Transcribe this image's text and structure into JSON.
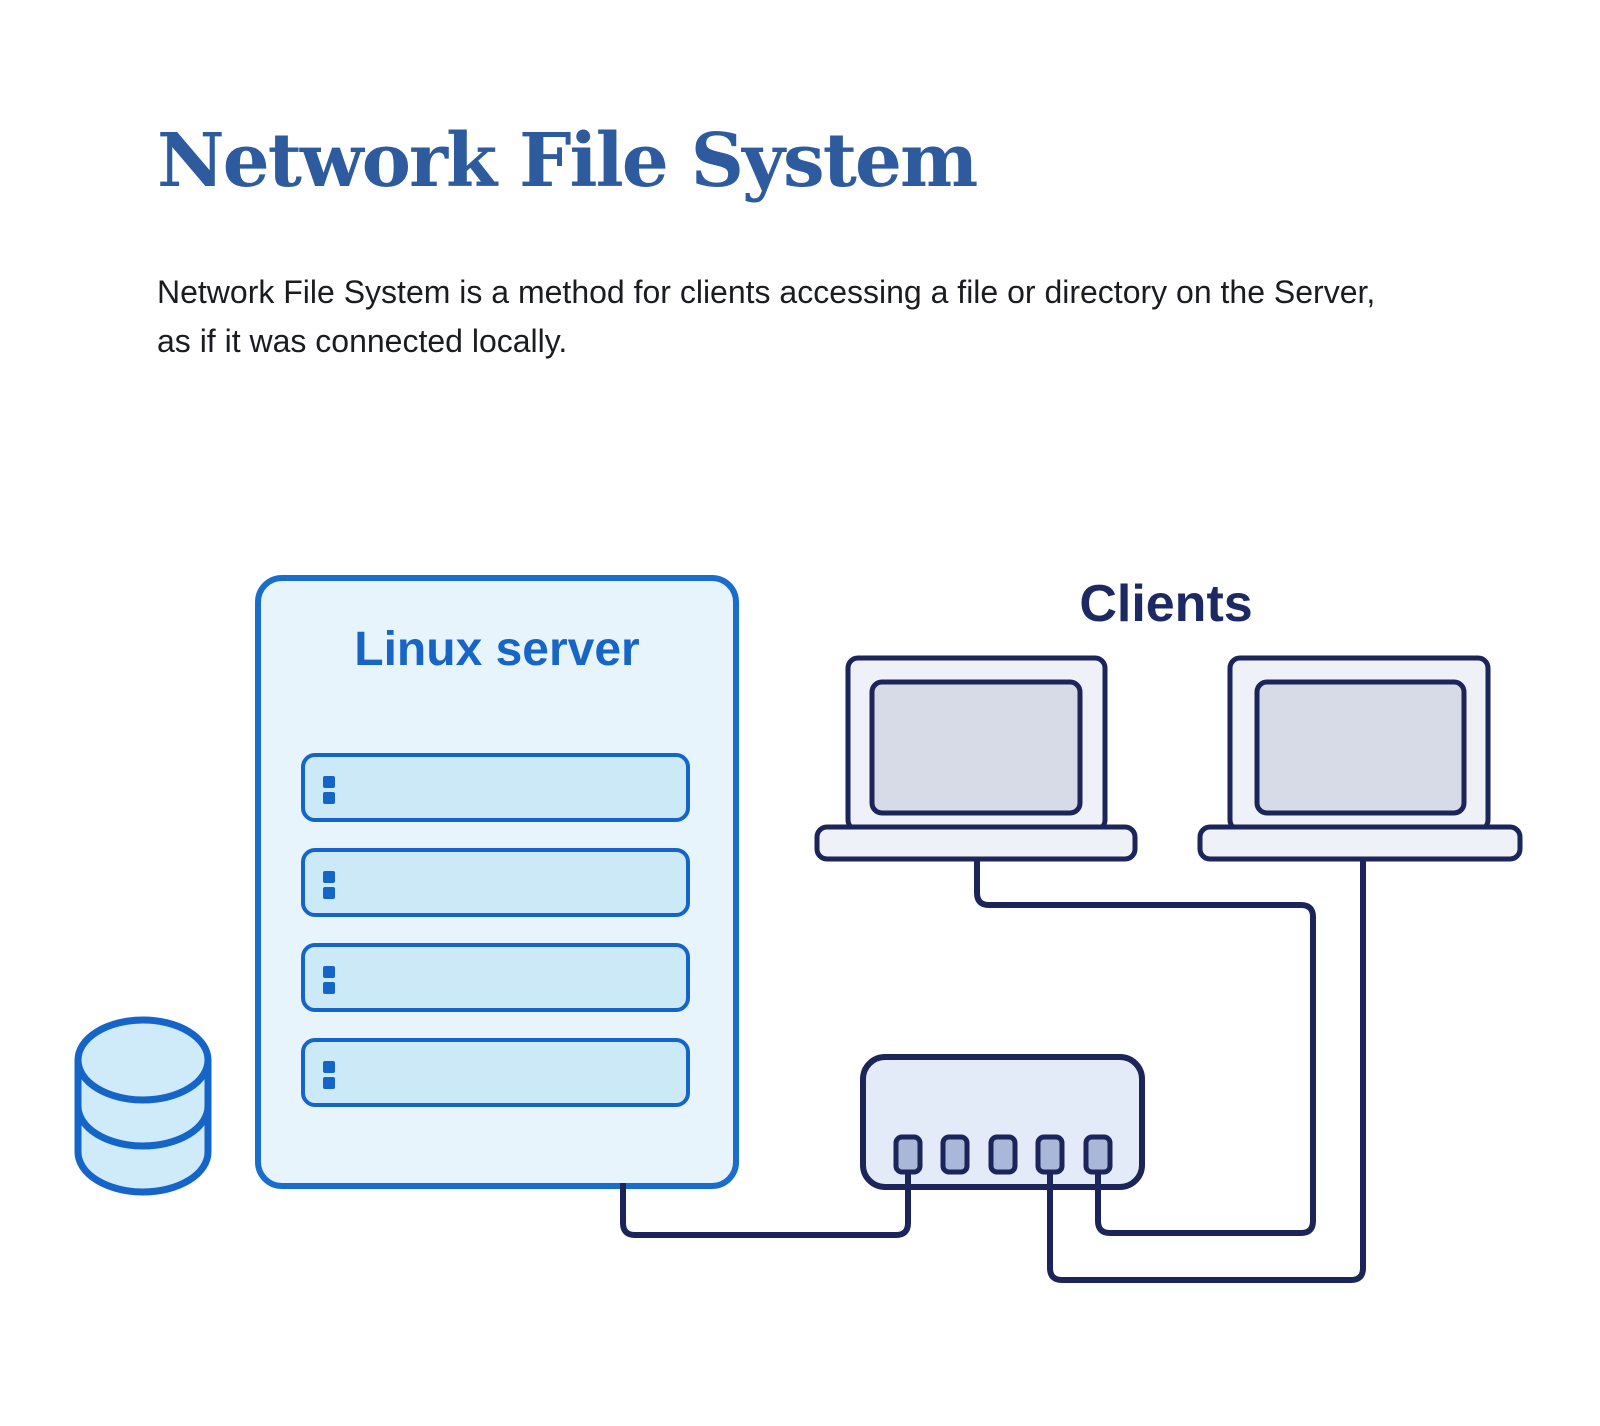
{
  "page": {
    "title": "Network File System",
    "description_lines": [
      "Network File System is a method for clients accessing a file or directory on the Server,",
      "as if it was connected locally."
    ]
  },
  "diagram": {
    "server": {
      "label": "Linux server",
      "slot_count": 4
    },
    "storage": {
      "type": "database-cylinder",
      "disc_count": 3
    },
    "clients": {
      "label": "Clients",
      "laptop_count": 2
    },
    "switch": {
      "port_count": 5,
      "connected_ports": [
        1,
        4,
        5
      ]
    },
    "connections": [
      "linux-server to switch-port-1",
      "laptop-1 to switch-port-5",
      "laptop-2 to switch-port-4"
    ],
    "colors": {
      "title_blue": "#2e5b9e",
      "body_text": "#1a1c20",
      "server_border_blue": "#1a6ecb",
      "server_fill": "#e8f4fc",
      "slot_fill": "#cce9f8",
      "slot_border": "#1565c8",
      "server_label_blue": "#1766c6",
      "cylinder_fill": "#cfeaf9",
      "navy": "#1b2559",
      "clients_text": "#1d2963",
      "laptop_fill": "#eff1f8",
      "screen_fill": "#d7dae7",
      "switch_fill": "#e3eaf8",
      "port_fill": "#a9b8d8"
    }
  }
}
